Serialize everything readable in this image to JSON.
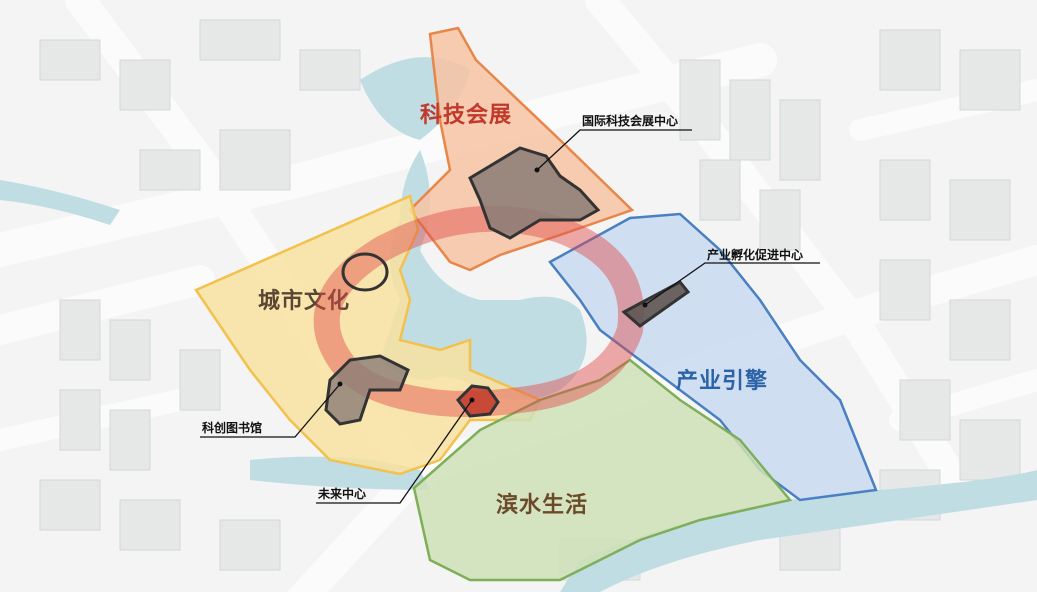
{
  "zones": {
    "tech_expo": {
      "label": "科技会展",
      "color": "#e8864a",
      "text_color": "#c0392b"
    },
    "urban_culture": {
      "label": "城市文化",
      "color": "#f2c14e",
      "text_color": "#5a4634"
    },
    "industry_engine": {
      "label": "产业引擎",
      "color": "#4a7fc1",
      "text_color": "#2b62a8"
    },
    "waterfront_life": {
      "label": "滨水生活",
      "color": "#7fae5a",
      "text_color": "#6b4a2a"
    }
  },
  "callouts": {
    "expo_center": "国际科技会展中心",
    "incubation_center": "产业孵化促进中心",
    "library": "科创图书馆",
    "future_center": "未来中心"
  },
  "colors": {
    "water": "#bfdde3",
    "ring": "#e04a4a",
    "landmark": "#6e625c"
  }
}
